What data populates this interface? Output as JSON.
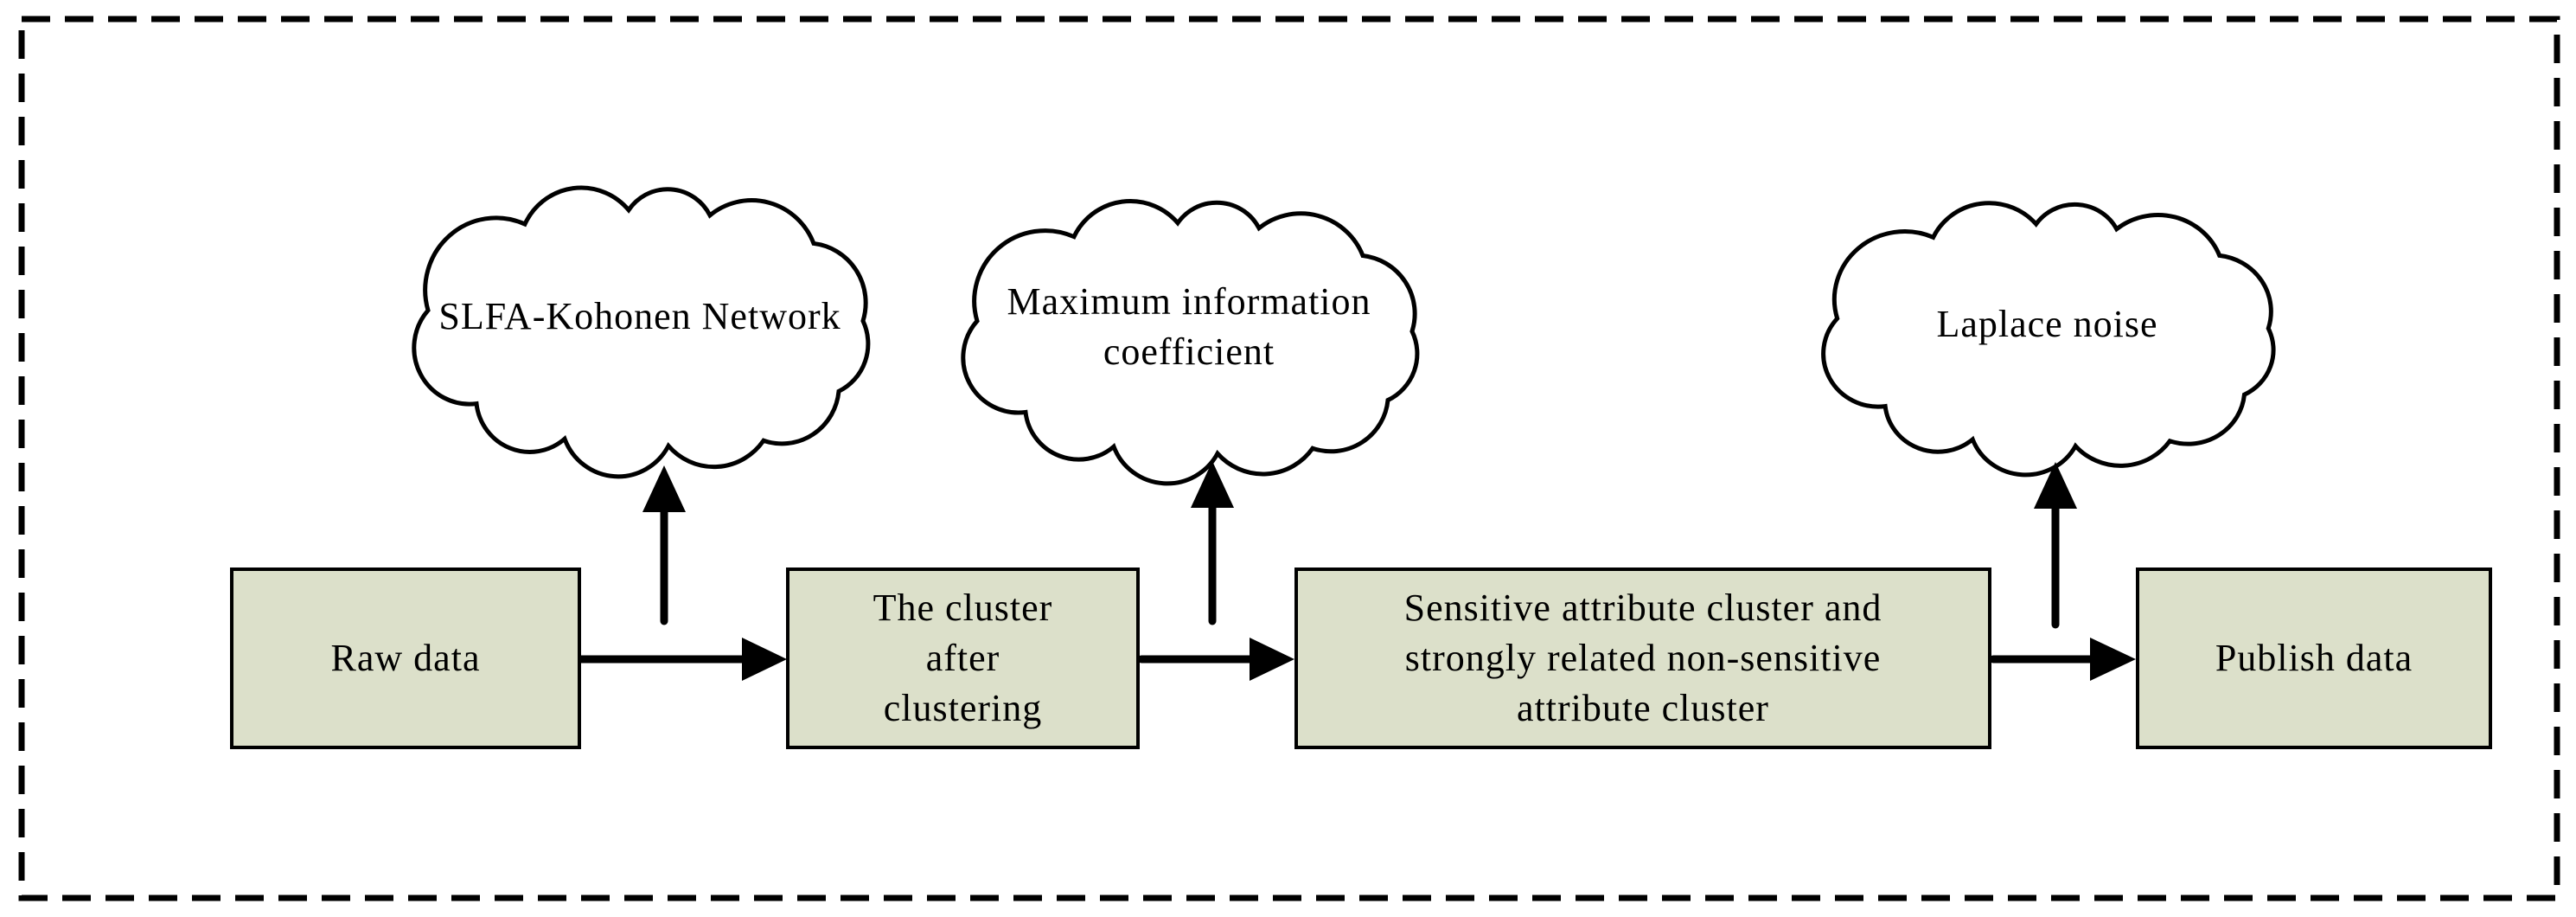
{
  "figure": {
    "type": "flow-diagram",
    "background_color": "#ffffff",
    "line_color": "#000000",
    "box_fill_color": "#dce0ca",
    "box_border_color": "#000000",
    "text_color": "#000000",
    "border_style": "dashed"
  },
  "boxes": [
    {
      "id": "raw-data",
      "lines": [
        "Raw data"
      ]
    },
    {
      "id": "cluster-after-clustering",
      "lines": [
        "The cluster",
        "after",
        "clustering"
      ]
    },
    {
      "id": "sensitive-attribute-cluster",
      "lines": [
        "Sensitive attribute cluster and",
        "strongly related non-sensitive",
        "attribute cluster"
      ]
    },
    {
      "id": "publish-data",
      "lines": [
        "Publish data"
      ]
    }
  ],
  "clouds": [
    {
      "id": "slfa-kohonen-network",
      "lines": [
        "SLFA-Kohonen Network"
      ]
    },
    {
      "id": "maximum-information-coefficient",
      "lines": [
        "Maximum information",
        "coefficient"
      ]
    },
    {
      "id": "laplace-noise",
      "lines": [
        "Laplace noise"
      ]
    }
  ],
  "connections": [
    {
      "from": "Raw data",
      "to": "The cluster after clustering",
      "method_cloud": "SLFA-Kohonen Network"
    },
    {
      "from": "The cluster after clustering",
      "to": "Sensitive attribute cluster and strongly related non-sensitive attribute cluster",
      "method_cloud": "Maximum information coefficient"
    },
    {
      "from": "Sensitive attribute cluster and strongly related non-sensitive attribute cluster",
      "to": "Publish data",
      "method_cloud": "Laplace noise"
    }
  ]
}
